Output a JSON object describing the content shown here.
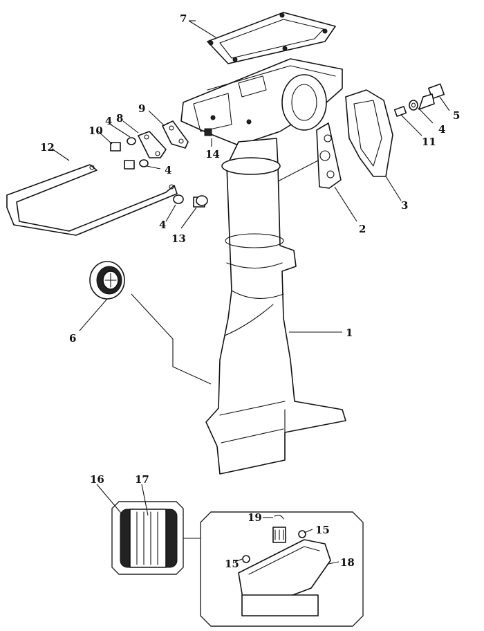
{
  "callouts": {
    "c1": "1",
    "c2": "2",
    "c3": "3",
    "c4a": "4",
    "c4b": "4",
    "c4c": "4",
    "c4d": "4",
    "c5": "5",
    "c6": "6",
    "c7": "7",
    "c8": "8",
    "c9": "9",
    "c10": "10",
    "c11": "11",
    "c12": "12",
    "c13": "13",
    "c14": "14",
    "c15a": "15",
    "c15b": "15",
    "c16": "16",
    "c17": "17",
    "c18": "18",
    "c19": "19"
  },
  "colors": {
    "line": "#111111",
    "background": "#ffffff"
  }
}
